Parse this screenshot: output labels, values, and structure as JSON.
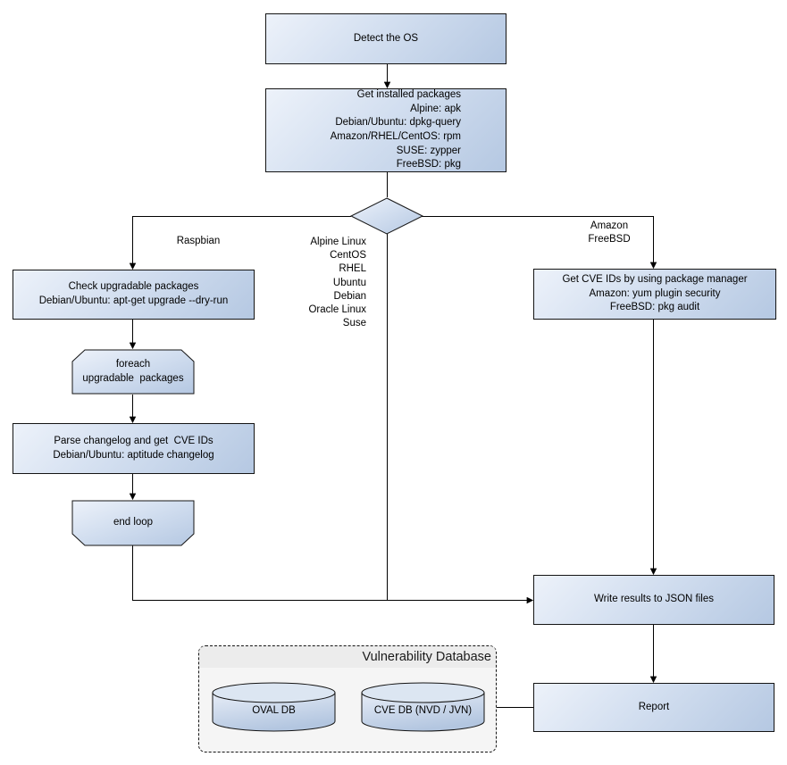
{
  "colors": {
    "node_gradient_start": "#edf2fa",
    "node_gradient_end": "#b5c8e2",
    "node_border": "#141414",
    "connector_line": "#000000",
    "db_container_fill": "#f5f5f5",
    "db_title_fill": "#ececec",
    "cylinder_top_fill": "#dce6f2"
  },
  "nodes": {
    "detect_os": "Detect the OS",
    "get_installed_packages": "Get installed packages\nAlpine: apk\nDebian/Ubuntu: dpkg-query\nAmazon/RHEL/CentOS: rpm\nSUSE: zypper\nFreeBSD: pkg",
    "check_upgradable": "Check upgradable packages\nDebian/Ubuntu: apt-get upgrade --dry-run",
    "foreach_loop": "foreach\nupgradable  packages",
    "parse_changelog": "Parse changelog and get  CVE IDs\nDebian/Ubuntu: aptitude changelog",
    "end_loop": "end loop",
    "get_cve_ids": "Get CVE IDs by using package manager\nAmazon: yum plugin security\nFreeBSD: pkg audit",
    "write_results": "Write results to JSON files",
    "report": "Report"
  },
  "edge_labels": {
    "raspbian": "Raspbian",
    "os_list": "Alpine Linux\nCentOS\nRHEL\nUbuntu\nDebian\nOracle Linux\nSuse",
    "amazon_freebsd": "Amazon\nFreeBSD"
  },
  "database": {
    "title": "Vulnerability Database",
    "cylinders": [
      "OVAL DB",
      "CVE DB (NVD / JVN)"
    ]
  }
}
